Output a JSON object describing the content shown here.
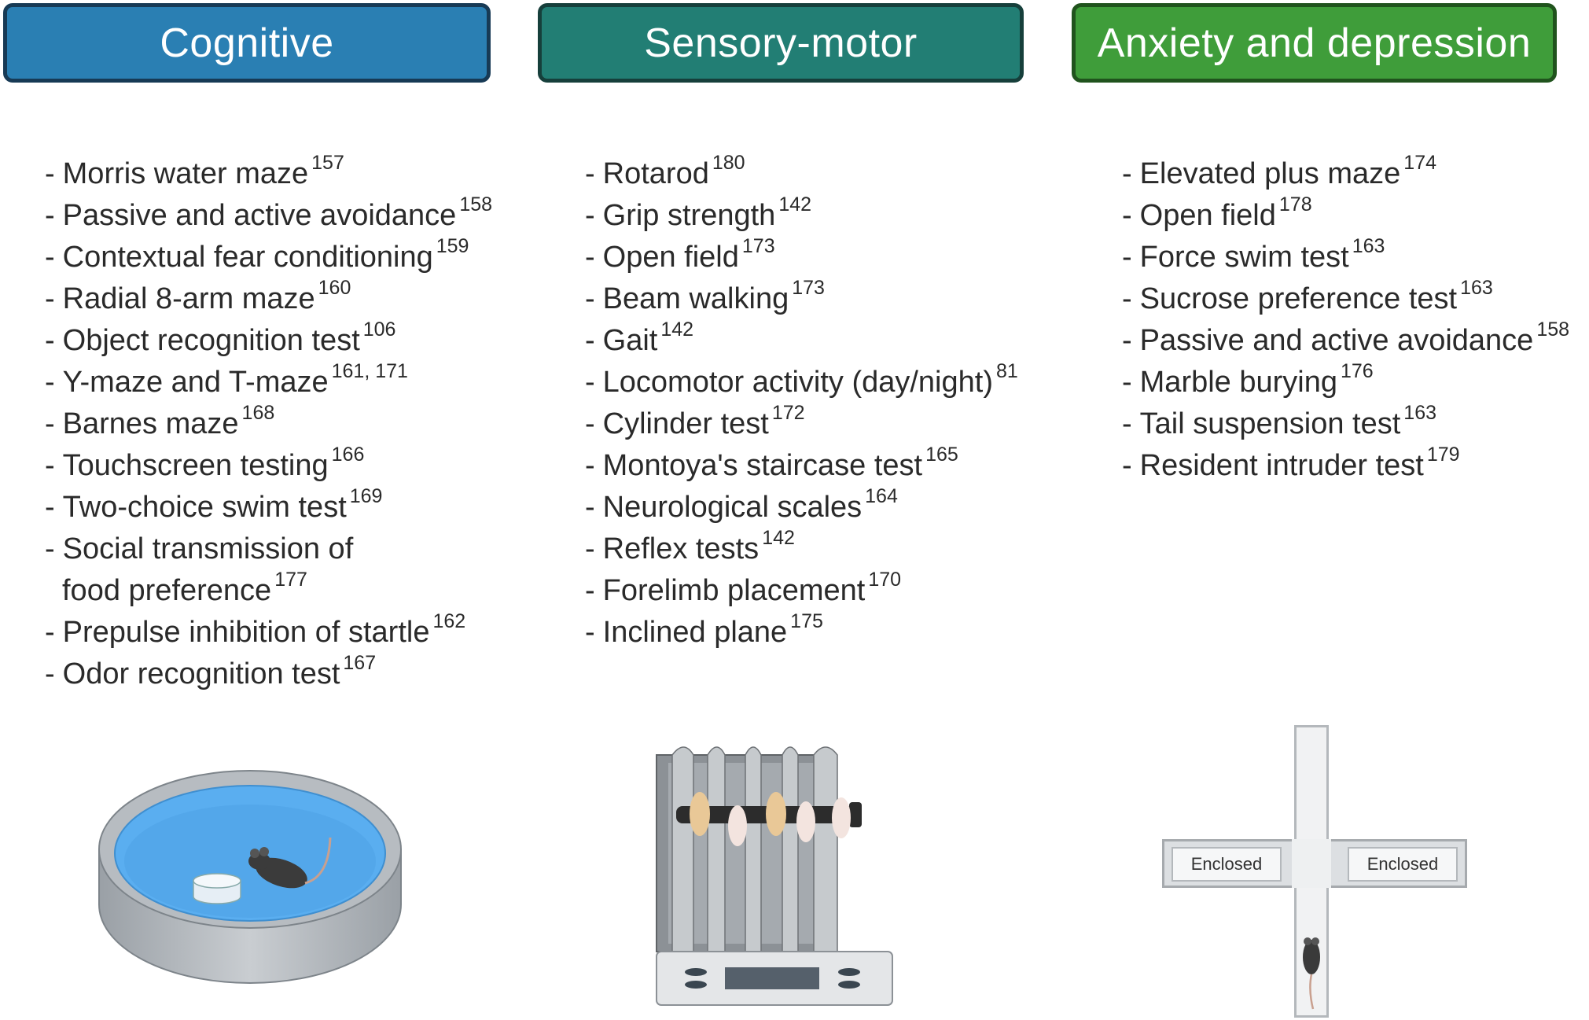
{
  "headers": {
    "cognitive": "Cognitive",
    "sensory_motor": "Sensory-motor",
    "anxiety": "Anxiety and depression"
  },
  "cognitive_items": [
    {
      "text": "Morris water maze",
      "ref": "157"
    },
    {
      "text": "Passive and active avoidance",
      "ref": "158"
    },
    {
      "text": "Contextual fear conditioning",
      "ref": "159"
    },
    {
      "text": "Radial 8-arm maze",
      "ref": "160"
    },
    {
      "text": "Object recognition test",
      "ref": "106"
    },
    {
      "text": "Y-maze and T-maze",
      "ref": "161, 171"
    },
    {
      "text": "Barnes maze",
      "ref": "168"
    },
    {
      "text": "Touchscreen testing",
      "ref": "166"
    },
    {
      "text": "Two-choice swim test",
      "ref": "169"
    },
    {
      "text": "Social transmission of",
      "ref": ""
    },
    {
      "text": "food preference",
      "ref": "177"
    },
    {
      "text": "Prepulse inhibition of startle",
      "ref": "162"
    },
    {
      "text": "Odor recognition test",
      "ref": "167"
    }
  ],
  "sensory_items": [
    {
      "text": "Rotarod",
      "ref": "180"
    },
    {
      "text": "Grip strength",
      "ref": "142"
    },
    {
      "text": "Open field",
      "ref": "173"
    },
    {
      "text": "Beam walking",
      "ref": "173"
    },
    {
      "text": "Gait",
      "ref": "142"
    },
    {
      "text": "Locomotor activity (day/night)",
      "ref": "81"
    },
    {
      "text": "Cylinder test",
      "ref": "172"
    },
    {
      "text": "Montoya's staircase test",
      "ref": "165"
    },
    {
      "text": "Neurological scales",
      "ref": "164"
    },
    {
      "text": "Reflex tests",
      "ref": "142"
    },
    {
      "text": "Forelimb placement",
      "ref": "170"
    },
    {
      "text": "Inclined plane",
      "ref": "175"
    }
  ],
  "anxiety_items": [
    {
      "text": "Elevated plus maze",
      "ref": "174"
    },
    {
      "text": "Open field",
      "ref": "178"
    },
    {
      "text": "Force swim test",
      "ref": "163"
    },
    {
      "text": "Sucrose preference test",
      "ref": "163"
    },
    {
      "text": "Passive and active avoidance",
      "ref": "158"
    },
    {
      "text": "Marble burying",
      "ref": "176"
    },
    {
      "text": "Tail suspension test",
      "ref": "163"
    },
    {
      "text": "Resident intruder test",
      "ref": "179"
    }
  ],
  "plus_maze": {
    "left_arm_label": "Enclosed",
    "right_arm_label": "Enclosed"
  },
  "colors": {
    "cognitive": "#2a7fb3",
    "sensory_motor": "#227e74",
    "anxiety": "#3f9d3a",
    "water": "#5aaef0"
  }
}
